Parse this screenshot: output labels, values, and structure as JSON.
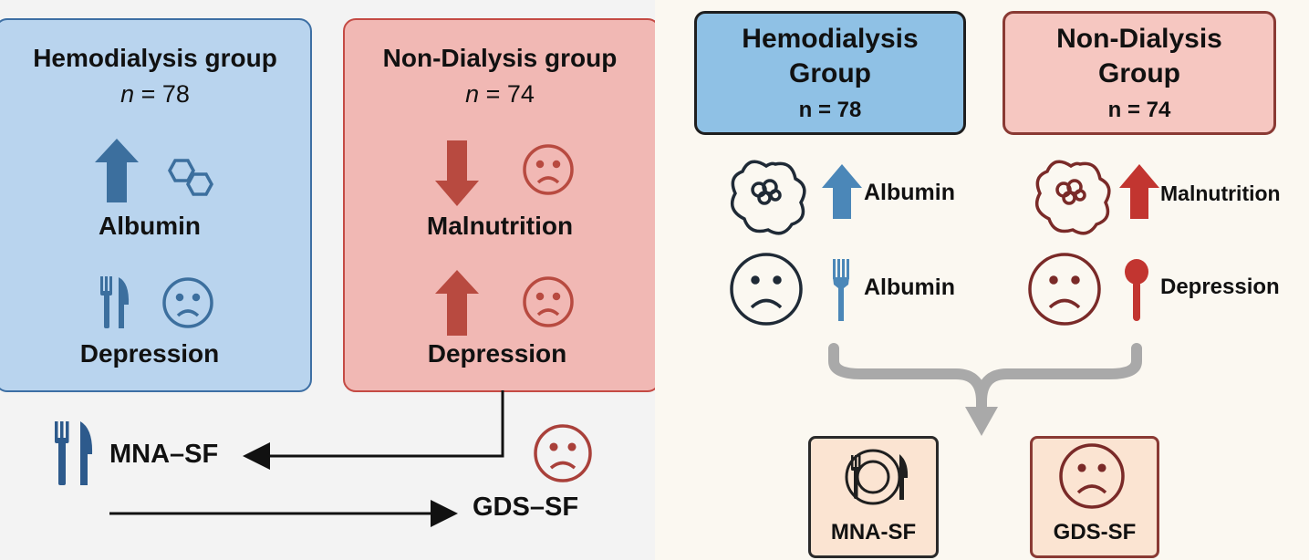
{
  "left_panel": {
    "hemodialysis": {
      "title": "Hemodialysis group",
      "n_var": "n",
      "n_rest": " = 78",
      "item1_label": "Albumin",
      "item2_label": "Depression",
      "color_fill": "#b9d4ee",
      "color_border": "#3d6fa4",
      "icon_color": "#3c6f9e"
    },
    "non_dialysis": {
      "title": "Non-Dialysis group",
      "n_var": "n",
      "n_rest": " = 74",
      "item1_label": "Malnutrition",
      "item2_label": "Depression",
      "color_fill": "#f1b8b4",
      "color_border": "#c44a44",
      "icon_color": "#b84a40"
    },
    "outcome_mna_label": "MNA–SF",
    "outcome_gds_label": "GDS–SF"
  },
  "right_panel": {
    "hemodialysis": {
      "title_line1": "Hemodialysis",
      "title_line2": "Group",
      "n_label": "n = 78",
      "row1_label": "Albumin",
      "row2_label": "Albumin",
      "color_fill": "#8fc1e5",
      "icon_color": "#4b87b8"
    },
    "non_dialysis": {
      "title_line1": "Non-Dialysis",
      "title_line2": "Group",
      "n_label": "n = 74",
      "row1_label": "Malnutrition",
      "row2_label": "Depression",
      "color_fill": "#f6c7c1",
      "icon_color": "#c23530"
    },
    "outcome_mna_label": "MNA-SF",
    "outcome_gds_label": "GDS-SF"
  },
  "icons": [
    "arrow-up-icon",
    "arrow-down-icon",
    "hexagon-molecule-icon",
    "fork-knife-icon",
    "sad-face-icon",
    "brain-icon",
    "spoon-icon",
    "plate-icon",
    "funnel-arrow-icon"
  ]
}
